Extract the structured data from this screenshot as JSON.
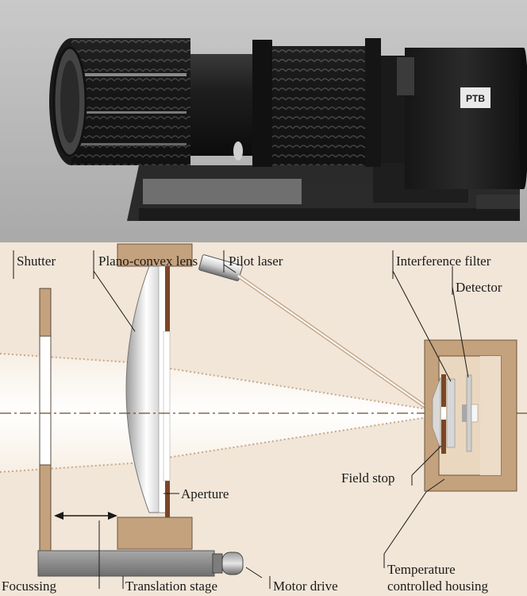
{
  "photo": {
    "badge_text": "PTB",
    "background_color": "#b9b9b9",
    "body_color": "#1d1d1d"
  },
  "diagram": {
    "background_color": "#f2e6d8",
    "component_color": "#c4a27d",
    "dark_component_color": "#7a4626",
    "stage_color": "#8e8e8e",
    "labels": {
      "shutter": "Shutter",
      "lens": "Plano-convex lens",
      "pilot_laser": "Pilot laser",
      "interference_filter": "Interference filter",
      "detector": "Detector",
      "aperture": "Aperture",
      "field_stop": "Field stop",
      "focussing": "Focussing",
      "translation_stage": "Translation stage",
      "motor_drive": "Motor drive",
      "housing_line1": "Temperature",
      "housing_line2": "controlled housing"
    }
  }
}
